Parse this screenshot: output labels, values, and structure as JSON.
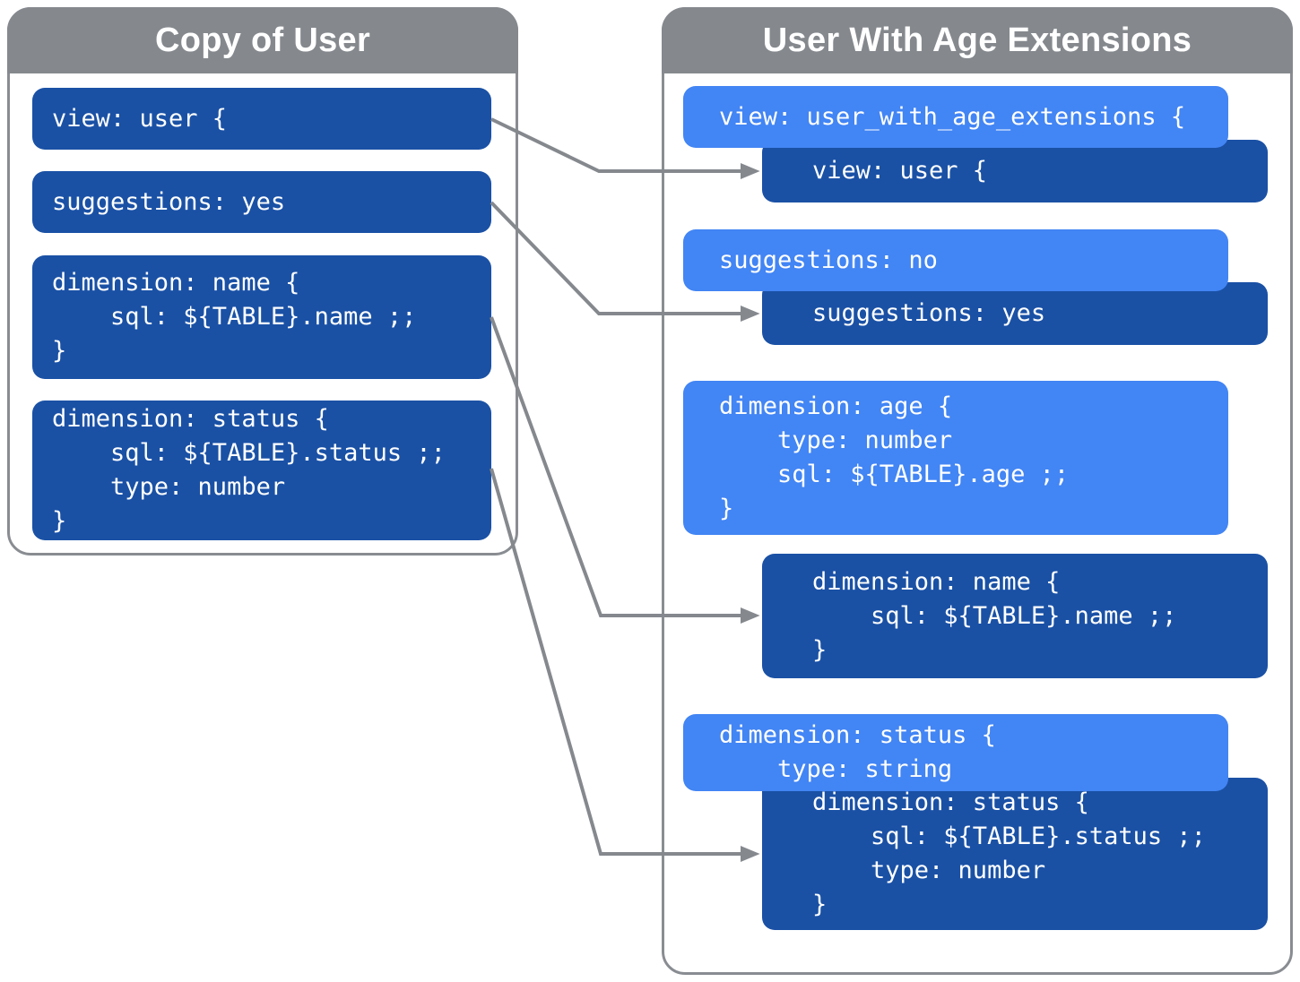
{
  "palette": {
    "base_block_blue": "#1A51A5",
    "extension_block_blue": "#4285F4",
    "header_gray": "#85898E",
    "border_and_arrow_gray": "#898D92",
    "text_white": "#FFFFFF"
  },
  "left_panel": {
    "title": "Copy of User",
    "blocks": [
      {
        "lines": [
          "view: user {"
        ]
      },
      {
        "lines": [
          "suggestions: yes"
        ]
      },
      {
        "lines": [
          "dimension: name {",
          "    sql: ${TABLE}.name ;;",
          "}"
        ]
      },
      {
        "lines": [
          "dimension: status {",
          "    sql: ${TABLE}.status ;;",
          "    type: number",
          "}"
        ]
      }
    ]
  },
  "right_panel": {
    "title": "User With Age Extensions",
    "blocks": [
      {
        "role": "extension",
        "lines": [
          "view: user_with_age_extensions {"
        ]
      },
      {
        "role": "base",
        "lines": [
          "view: user {"
        ]
      },
      {
        "role": "extension",
        "lines": [
          "suggestions: no"
        ]
      },
      {
        "role": "base",
        "lines": [
          "suggestions: yes"
        ]
      },
      {
        "role": "extension",
        "lines": [
          "dimension: age {",
          "    type: number",
          "    sql: ${TABLE}.age ;;",
          "}"
        ]
      },
      {
        "role": "base",
        "lines": [
          "dimension: name {",
          "    sql: ${TABLE}.name ;;",
          "}"
        ]
      },
      {
        "role": "extension",
        "lines": [
          "dimension: status {",
          "    type: string"
        ]
      },
      {
        "role": "base",
        "lines": [
          "dimension: status {",
          "    sql: ${TABLE}.status ;;",
          "    type: number",
          "}"
        ]
      }
    ]
  },
  "connections": [
    {
      "from_left_block": 0,
      "to_right_block": 1
    },
    {
      "from_left_block": 1,
      "to_right_block": 3
    },
    {
      "from_left_block": 2,
      "to_right_block": 5
    },
    {
      "from_left_block": 3,
      "to_right_block": 7
    }
  ]
}
